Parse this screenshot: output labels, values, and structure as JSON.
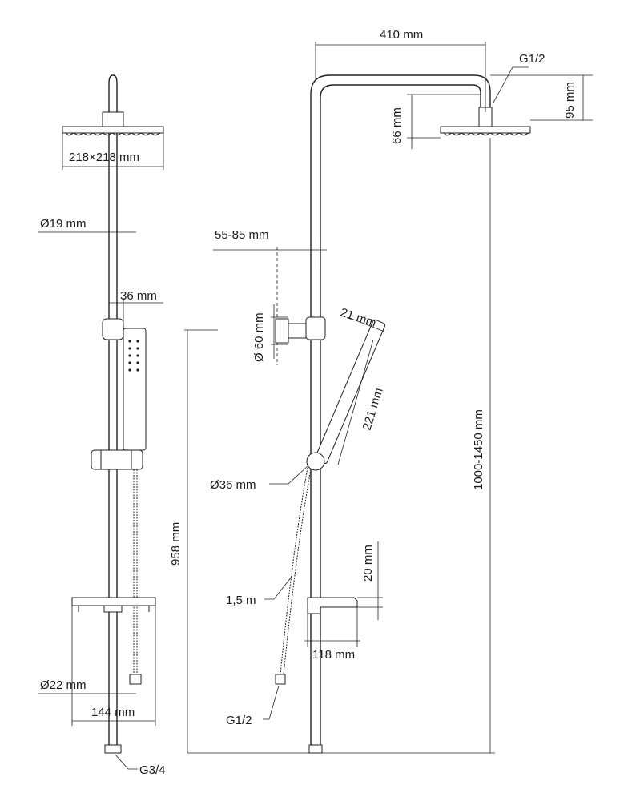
{
  "labels": {
    "head_width": "410 mm",
    "head_conn": "G1/2",
    "head_height": "95 mm",
    "head_drop": "66 mm",
    "rain_size": "218×218 mm",
    "pipe_dia": "Ø19 mm",
    "wall_dist": "55-85 mm",
    "holder_w": "36 mm",
    "bracket_dia": "Ø 60 mm",
    "hand_w": "21 mm",
    "hand_len": "221 mm",
    "height_range": "1000-1450 mm",
    "slider_dia": "Ø36 mm",
    "total_h": "958 mm",
    "shelf_h": "20 mm",
    "hose_len": "1,5 m",
    "shelf_depth": "118 mm",
    "inlet_dia": "Ø22 mm",
    "shelf_w": "144 mm",
    "hose_conn": "G1/2",
    "inlet_conn": "G3/4"
  }
}
